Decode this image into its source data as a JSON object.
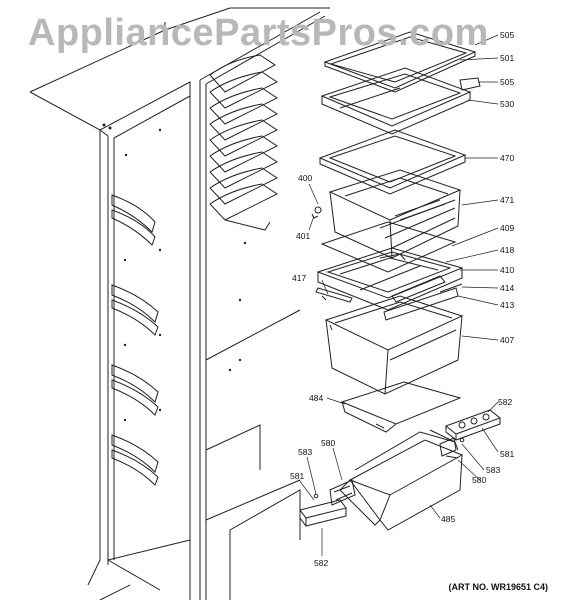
{
  "watermark": "AppliancePartsPros.com",
  "art_number": "(ART NO. WR19651 C4)",
  "callouts": {
    "c505a": "505",
    "c501": "501",
    "c505b": "505",
    "c530": "530",
    "c470": "470",
    "c400": "400",
    "c401": "401",
    "c471": "471",
    "c409": "409",
    "c418": "418",
    "c410": "410",
    "c417": "417",
    "c414": "414",
    "c413": "413",
    "c407": "407",
    "c484": "484",
    "c582a": "582",
    "c580a": "580",
    "c581a": "581",
    "c583a": "583",
    "c583b": "583",
    "c580b": "580",
    "c581b": "581",
    "c485": "485",
    "c582b": "582"
  }
}
